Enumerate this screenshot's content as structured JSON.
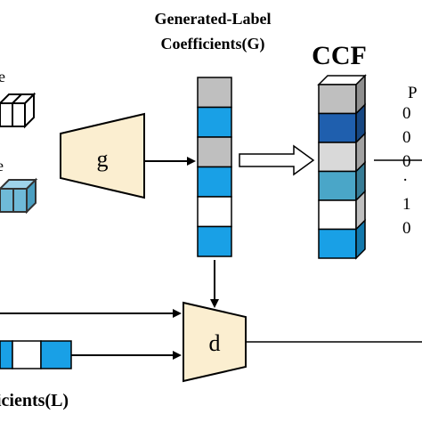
{
  "labels": {
    "generated_label_line1": "Generated-Label",
    "generated_label_line2": "Coefficients(G)",
    "ccf": "CCF",
    "g_block": "g",
    "d_block": "d",
    "bottom_label": "icients(L)",
    "left_partial_top": "e",
    "left_partial_mid": "e",
    "right_partial_top": "P",
    "right_values": [
      "0",
      "0",
      "0",
      "·",
      "1",
      "0"
    ]
  },
  "colors": {
    "cell_gray": "#bfbfbf",
    "cell_light_gray": "#d9d9d9",
    "cell_blue": "#19a0e6",
    "cell_dark_blue": "#1f5fae",
    "cell_teal": "#4aa6c8",
    "cell_light_blue": "#8fcbe8",
    "trapezoid_fill": "#fbeed0",
    "stroke": "#000000",
    "bg": "#ffffff"
  },
  "g_column_cells": [
    "cell_gray",
    "cell_blue",
    "cell_gray",
    "cell_blue",
    "bg",
    "cell_blue"
  ],
  "ccf_cells": [
    "cell_gray",
    "cell_dark_blue",
    "cell_light_gray",
    "cell_teal",
    "bg",
    "cell_blue"
  ],
  "l_row_cells": [
    "cell_blue",
    "bg",
    "cell_blue"
  ]
}
